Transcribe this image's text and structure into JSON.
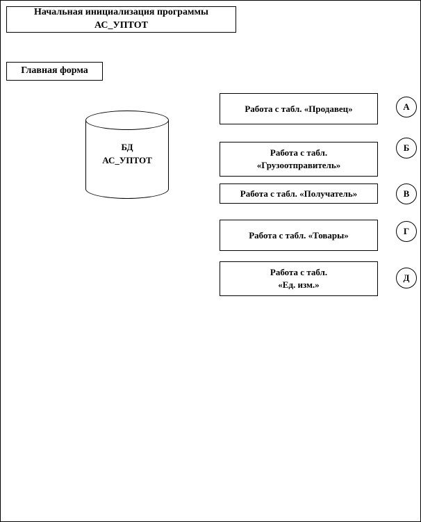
{
  "diagram": {
    "init_box": {
      "lines": [
        "Начальная инициализация программы",
        "АС_УПТОТ"
      ]
    },
    "main_form_box": {
      "label": "Главная форма"
    },
    "database": {
      "lines": [
        "БД",
        "АС_УПТОТ"
      ]
    },
    "table_boxes": [
      {
        "lines": [
          "Работа с табл. «Продавец»"
        ],
        "connector": "А"
      },
      {
        "lines": [
          "Работа с табл.",
          "«Грузоотправитель»"
        ],
        "connector": "Б"
      },
      {
        "lines": [
          "Работа с табл. «Получатель»"
        ],
        "connector": "В"
      },
      {
        "lines": [
          "Работа с табл. «Товары»"
        ],
        "connector": "Г"
      },
      {
        "lines": [
          "Работа с табл.",
          "«Ед. изм.»"
        ],
        "connector": "Д"
      }
    ]
  }
}
